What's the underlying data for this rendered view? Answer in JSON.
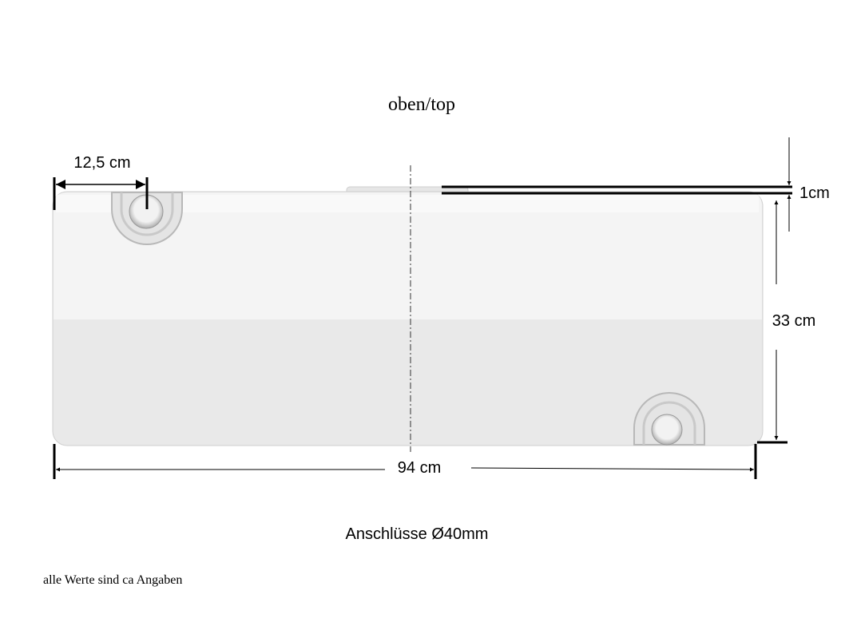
{
  "view_label": "oben/top",
  "dimensions": {
    "offset": "12,5 cm",
    "cap_height": "1cm",
    "height": "33 cm",
    "length": "94 cm"
  },
  "connections_note": "Anschlüsse Ø40mm",
  "disclaimer": "alle Werte sind ca Angaben",
  "colors": {
    "tank_upper": "#f4f4f4",
    "tank_lower": "#e8e8e8",
    "line": "#000000"
  }
}
